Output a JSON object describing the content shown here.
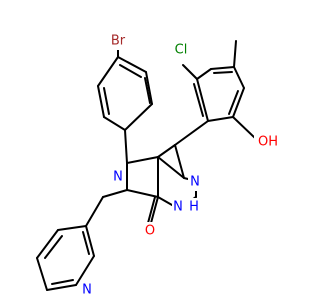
{
  "atoms": {
    "br": {
      "text": "Br",
      "color": "#a52a2a"
    },
    "cl": {
      "text": "Cl",
      "color": "#008000"
    },
    "oh": {
      "text": "OH",
      "color": "#ff0000"
    },
    "n_pyrrolidinone": {
      "text": "N",
      "color": "#0000ff"
    },
    "n_pyrazole": {
      "text": "N",
      "color": "#0000ff"
    },
    "nh_pyrazole": {
      "text": "N",
      "color": "#0000ff"
    },
    "h_pyrazole": {
      "text": "H",
      "color": "#0000ff"
    },
    "o_carbonyl": {
      "text": "O",
      "color": "#ff0000"
    },
    "n_pyridine": {
      "text": "N",
      "color": "#0000ff"
    }
  }
}
